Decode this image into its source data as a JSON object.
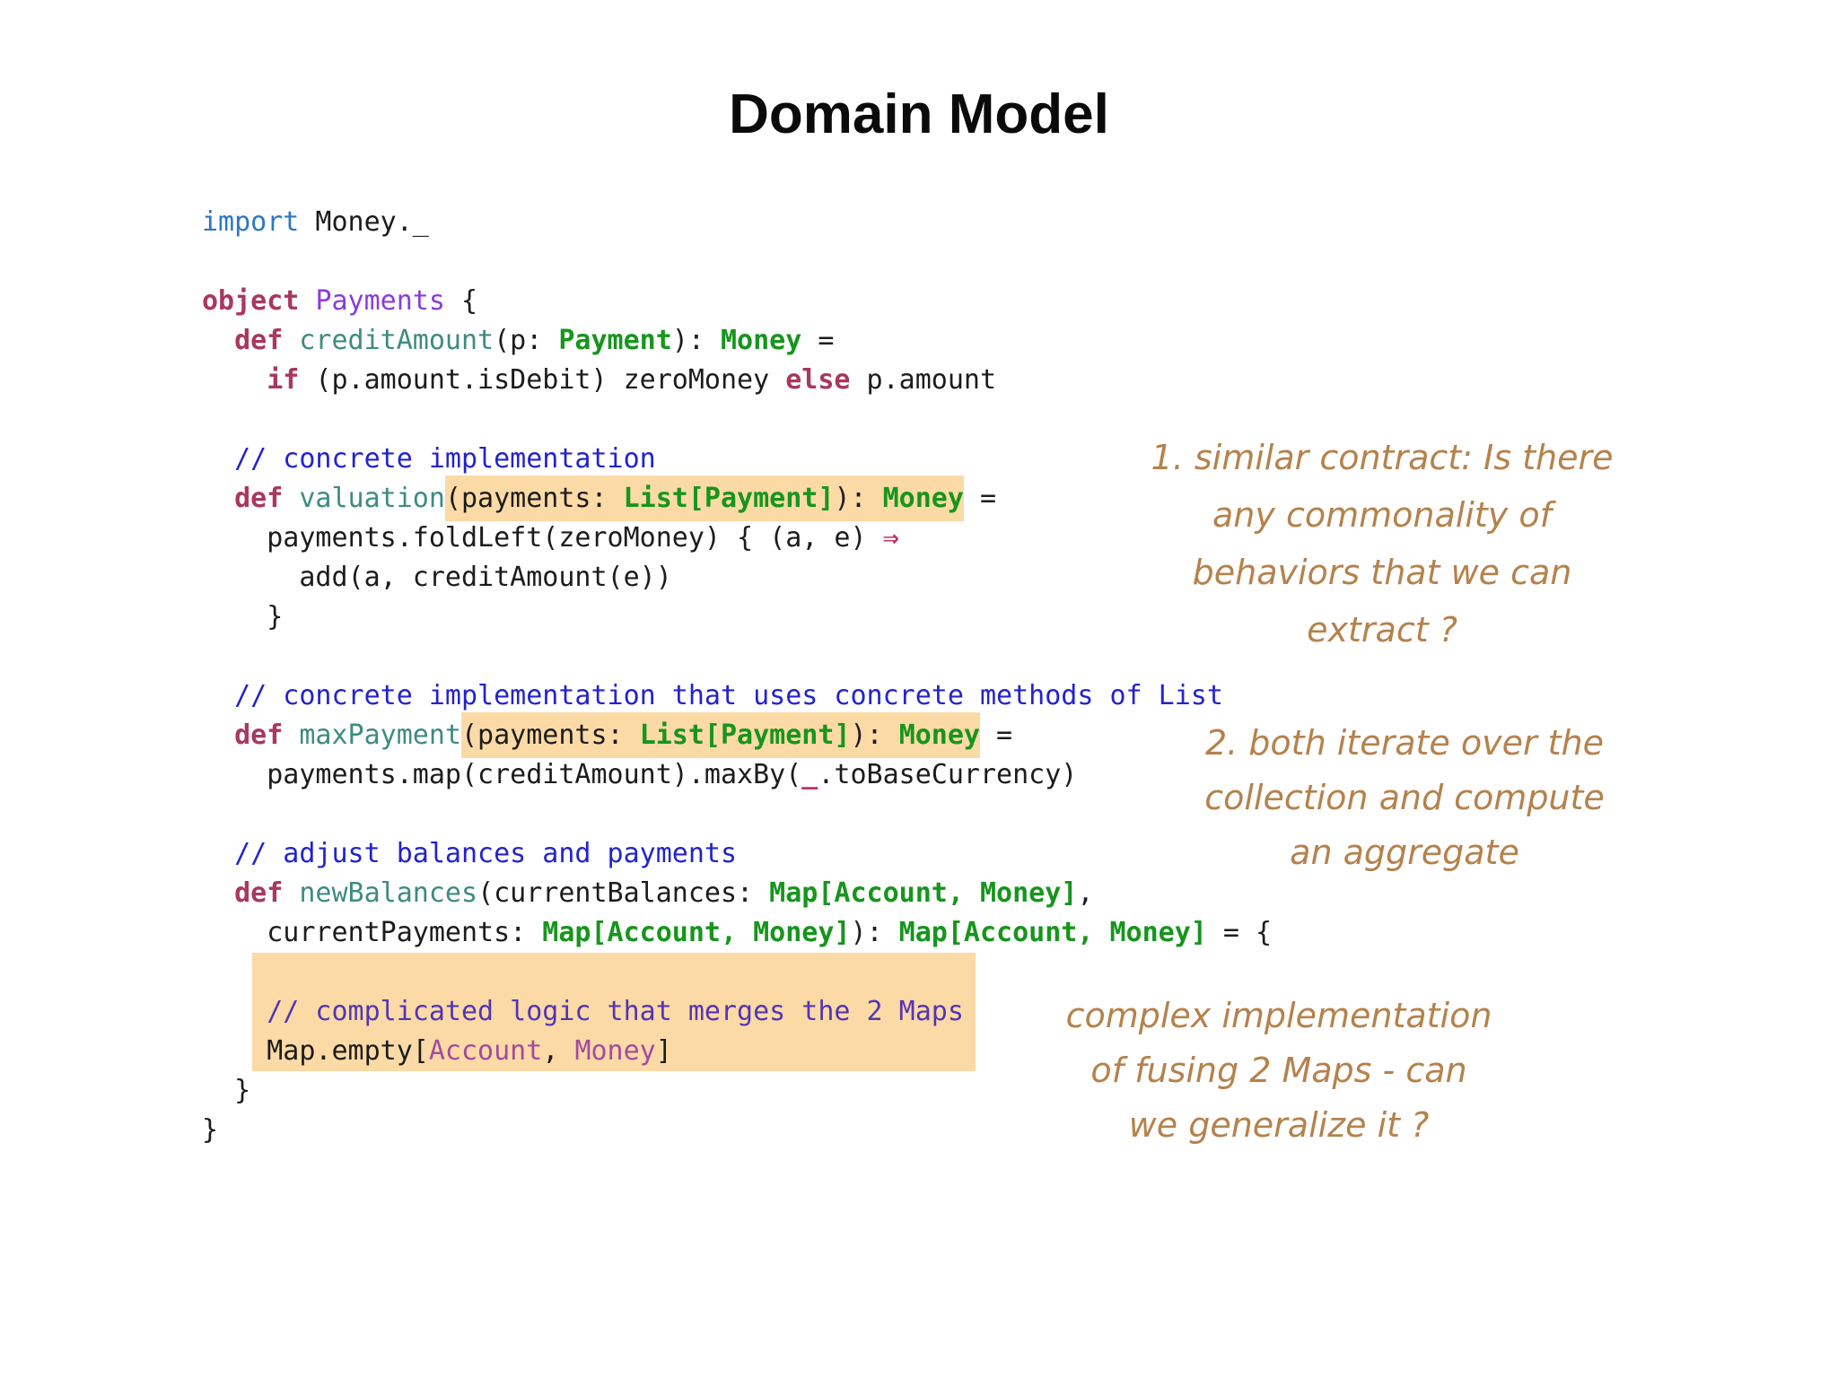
{
  "slide": {
    "title": "Domain Model"
  },
  "colors": {
    "bg": "#ffffff",
    "title": "#0a0a0a",
    "pl": "#1c1c1c",
    "kw": "#a8385e",
    "imp": "#2b77c5",
    "mn": "#3e8b81",
    "tn": "#17951d",
    "on": "#8a3be0",
    "cm": "#2323cd",
    "cmh": "#5335b5",
    "ar": "#bb3366",
    "mg": "#a34b9e",
    "hl": "#fbdaa6",
    "ann": "#b5824c"
  },
  "code": {
    "language": "scala",
    "lines": [
      {
        "seg": [
          [
            "import",
            "imp"
          ],
          [
            " Money._",
            "pl"
          ]
        ]
      },
      {
        "seg": []
      },
      {
        "seg": [
          [
            "object",
            "kw"
          ],
          [
            " ",
            "pl"
          ],
          [
            "Payments",
            "on"
          ],
          [
            " {",
            "pl"
          ]
        ]
      },
      {
        "seg": [
          [
            "  ",
            "pl"
          ],
          [
            "def",
            "kw"
          ],
          [
            " ",
            "pl"
          ],
          [
            "creditAmount",
            "mn"
          ],
          [
            "(p: ",
            "pl"
          ],
          [
            "Payment",
            "tn"
          ],
          [
            "): ",
            "pl"
          ],
          [
            "Money",
            "tn"
          ],
          [
            " =",
            "pl"
          ]
        ]
      },
      {
        "seg": [
          [
            "    ",
            "pl"
          ],
          [
            "if",
            "kw"
          ],
          [
            " (p.amount.isDebit) zeroMoney ",
            "pl"
          ],
          [
            "else",
            "kw"
          ],
          [
            " p.amount",
            "pl"
          ]
        ]
      },
      {
        "seg": []
      },
      {
        "seg": [
          [
            "  ",
            "pl"
          ],
          [
            "// concrete implementation",
            "cm"
          ]
        ]
      },
      {
        "seg": [
          [
            "  ",
            "pl"
          ],
          [
            "def",
            "kw"
          ],
          [
            " ",
            "pl"
          ],
          [
            "valuation",
            "mn"
          ],
          [
            "(payments: ",
            "pl",
            1
          ],
          [
            "List[Payment]",
            "tn",
            1
          ],
          [
            "): ",
            "pl",
            1
          ],
          [
            "Money",
            "tn",
            1
          ],
          [
            " =",
            "pl"
          ]
        ]
      },
      {
        "seg": [
          [
            "    payments.foldLeft(zeroMoney) { (a, e) ",
            "pl"
          ],
          [
            "⇒",
            "ar"
          ]
        ]
      },
      {
        "seg": [
          [
            "      add(a, creditAmount(e))",
            "pl"
          ]
        ]
      },
      {
        "seg": [
          [
            "    }",
            "pl"
          ]
        ]
      },
      {
        "seg": []
      },
      {
        "seg": [
          [
            "  ",
            "pl"
          ],
          [
            "// concrete implementation that uses concrete methods of List",
            "cm"
          ]
        ]
      },
      {
        "seg": [
          [
            "  ",
            "pl"
          ],
          [
            "def",
            "kw"
          ],
          [
            " ",
            "pl"
          ],
          [
            "maxPayment",
            "mn"
          ],
          [
            "(payments: ",
            "pl",
            1
          ],
          [
            "List[Payment]",
            "tn",
            1
          ],
          [
            "): ",
            "pl",
            1
          ],
          [
            "Money",
            "tn",
            1
          ],
          [
            " =",
            "pl"
          ]
        ]
      },
      {
        "seg": [
          [
            "    payments.map(creditAmount).maxBy(",
            "pl"
          ],
          [
            "_",
            "ar"
          ],
          [
            ".toBaseCurrency)",
            "pl"
          ]
        ]
      },
      {
        "seg": []
      },
      {
        "seg": [
          [
            "  ",
            "pl"
          ],
          [
            "// adjust balances and payments",
            "cm"
          ]
        ]
      },
      {
        "seg": [
          [
            "  ",
            "pl"
          ],
          [
            "def",
            "kw"
          ],
          [
            " ",
            "pl"
          ],
          [
            "newBalances",
            "mn"
          ],
          [
            "(currentBalances: ",
            "pl"
          ],
          [
            "Map[Account, Money]",
            "tn"
          ],
          [
            ",",
            "pl"
          ]
        ]
      },
      {
        "seg": [
          [
            "    currentPayments: ",
            "pl"
          ],
          [
            "Map[Account, Money]",
            "tn"
          ],
          [
            "): ",
            "pl"
          ],
          [
            "Map[Account, Money]",
            "tn"
          ],
          [
            " = {",
            "pl"
          ]
        ]
      },
      {
        "hl": true,
        "seg": []
      },
      {
        "hl": true,
        "seg": [
          [
            "    ",
            "pl"
          ],
          [
            "// complicated logic that merges the 2 Maps",
            "cmh"
          ]
        ]
      },
      {
        "hl": true,
        "seg": [
          [
            "    Map.empty[",
            "pl"
          ],
          [
            "Account",
            "mg"
          ],
          [
            ", ",
            "pl"
          ],
          [
            "Money",
            "mg"
          ],
          [
            "]",
            "pl"
          ]
        ]
      },
      {
        "seg": [
          [
            "  }",
            "pl"
          ]
        ]
      },
      {
        "seg": [
          [
            "}",
            "pl"
          ]
        ]
      }
    ]
  },
  "annotations": [
    {
      "lines": [
        "1. similar contract: Is there",
        "any commonality of",
        "behaviors that we can",
        "extract ?"
      ]
    },
    {
      "lines": [
        "2. both iterate over the",
        "collection and compute",
        "an aggregate"
      ]
    },
    {
      "lines": [
        "complex implementation",
        "of fusing 2 Maps - can",
        "we generalize it ?"
      ]
    }
  ]
}
